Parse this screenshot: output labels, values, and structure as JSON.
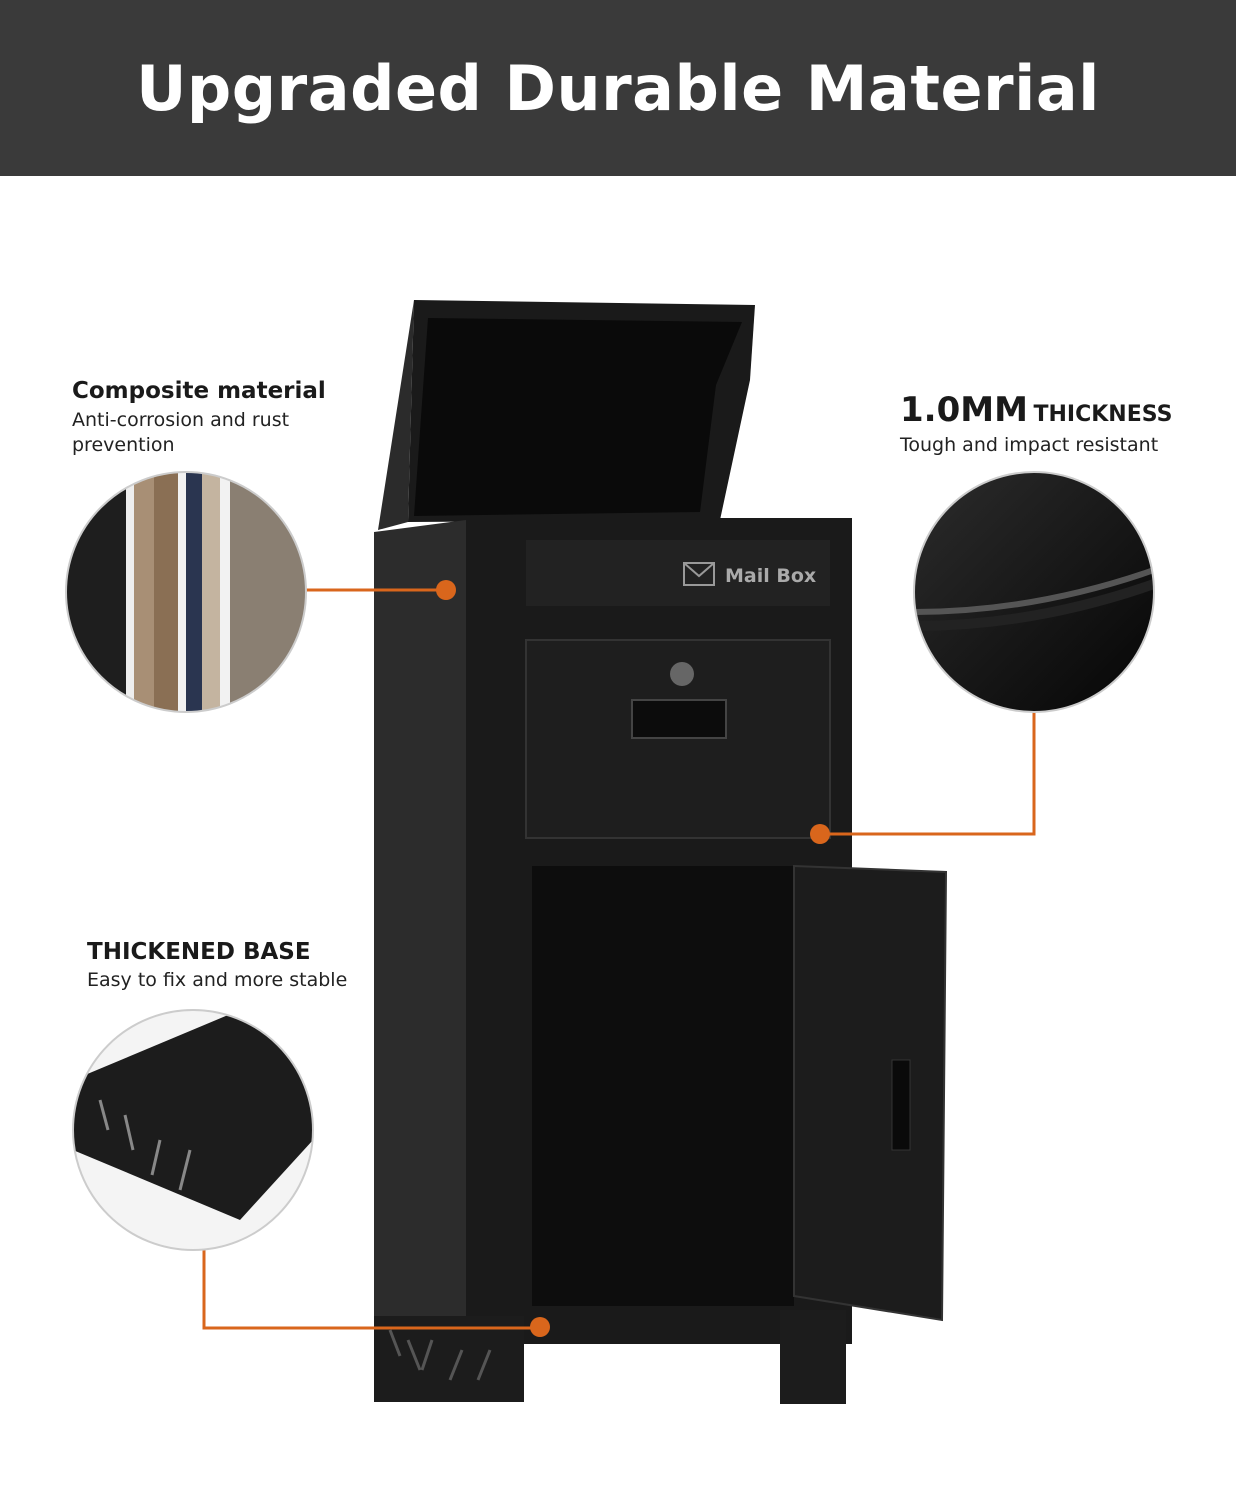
{
  "header": {
    "title": "Upgraded Durable Material"
  },
  "features": {
    "composite": {
      "title": "Composite material",
      "subtitle": "Anti-corrosion and rust prevention"
    },
    "thickness": {
      "title_big": "1.0MM",
      "title_small": "THICKNESS",
      "subtitle": "Tough and impact resistant"
    },
    "base": {
      "title": "THICKENED BASE",
      "subtitle": "Easy to fix and more stable"
    }
  },
  "product": {
    "mailbox_label": "Mail Box"
  },
  "colors": {
    "header_bg": "#3a3a3a",
    "accent": "#d9661c",
    "product": "#161616"
  }
}
